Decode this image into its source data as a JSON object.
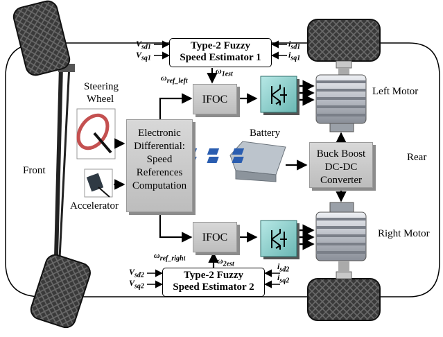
{
  "labels": {
    "front": "Front",
    "rear": "Rear",
    "steering_wheel_line1": "Steering",
    "steering_wheel_line2": "Wheel",
    "accelerator": "Accelerator",
    "battery": "Battery",
    "left_motor": "Left Motor",
    "right_motor": "Right Motor"
  },
  "blocks": {
    "estimator1": {
      "line1": "Type-2 Fuzzy",
      "line2": "Speed Estimator 1"
    },
    "estimator2": {
      "line1": "Type-2 Fuzzy",
      "line2": "Speed Estimator 2"
    },
    "electronic_differential": {
      "line1": "Electronic",
      "line2": "Differential:",
      "line3": "Speed",
      "line4": "References",
      "line5": "Computation"
    },
    "ifoc_top": "IFOC",
    "ifoc_bottom": "IFOC",
    "converter": {
      "line1": "Buck Boost",
      "line2": "DC-DC",
      "line3": "Converter"
    }
  },
  "signals": {
    "vsd1": {
      "base": "V",
      "sub": "sd1"
    },
    "vsq1": {
      "base": "V",
      "sub": "sq1"
    },
    "isd1": {
      "base": "i",
      "sub": "sd1"
    },
    "isq1": {
      "base": "i",
      "sub": "sq1"
    },
    "vsd2": {
      "base": "V",
      "sub": "sd2"
    },
    "vsq2": {
      "base": "V",
      "sub": "sq2"
    },
    "isd2": {
      "base": "i",
      "sub": "sd2"
    },
    "isq2": {
      "base": "i",
      "sub": "sq2"
    },
    "w_ref_left": {
      "base": "ω",
      "sub": "ref_left"
    },
    "w_ref_right": {
      "base": "ω",
      "sub": "ref_right"
    },
    "w1_est": {
      "base": "ω",
      "sub": "1est"
    },
    "w2_est": {
      "base": "ω",
      "sub": "2est"
    }
  }
}
